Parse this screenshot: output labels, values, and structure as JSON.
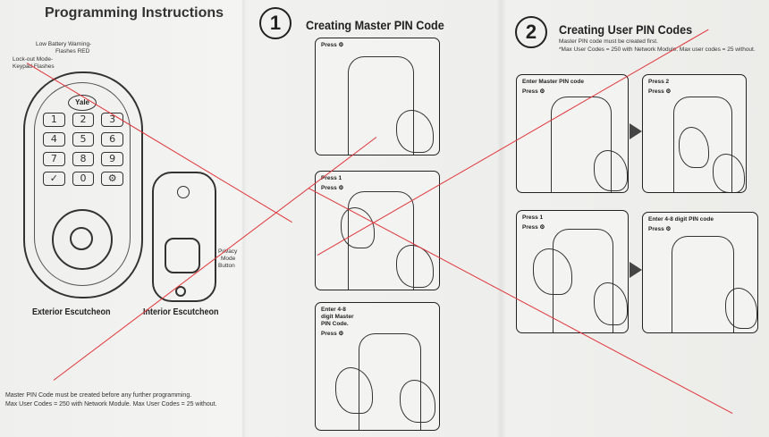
{
  "left": {
    "title": "Programming Instructions",
    "callouts": {
      "low_battery": "Low Battery Warning-",
      "flashes_red": "Flashes RED",
      "lockout_1": "Lock-out Mode-",
      "lockout_2": "Keypad Flashes"
    },
    "brand": "Yale",
    "keys": [
      "1",
      "2",
      "3",
      "4",
      "5",
      "6",
      "7",
      "8",
      "9",
      "✓",
      "0",
      "⚙"
    ],
    "privacy": [
      "Privacy",
      "Mode",
      "Button"
    ],
    "caption_exterior": "Exterior Escutcheon",
    "caption_interior": "Interior Escutcheon",
    "note_1": "Master PIN Code must be created before any further programming.",
    "note_2": "Max User Codes = 250 with Network Module. Max User Codes = 25 without."
  },
  "step1": {
    "number": "1",
    "title": "Creating Master PIN Code",
    "panel_a": [
      "Press ⚙"
    ],
    "panel_b": [
      "Press 1",
      "Press ⚙"
    ],
    "panel_c": [
      "Enter 4-8",
      "digit Master",
      "PIN Code.",
      "Press ⚙"
    ]
  },
  "step2": {
    "number": "2",
    "title": "Creating User PIN Codes",
    "note_1": "Master PIN code must be created first.",
    "note_2": "*Max User Codes = 250 with Network Module. Max user codes = 25 without.",
    "panel_a": [
      "Enter Master PIN code",
      "Press ⚙"
    ],
    "panel_b": [
      "Press 2",
      "Press ⚙"
    ],
    "panel_c": [
      "Press 1",
      "Press ⚙"
    ],
    "panel_d": [
      "Enter 4-8 digit PIN code",
      "Press ⚙"
    ]
  },
  "colors": {
    "cross_lines": "#e0343a",
    "ink": "#222222",
    "paper": "#efefed"
  }
}
